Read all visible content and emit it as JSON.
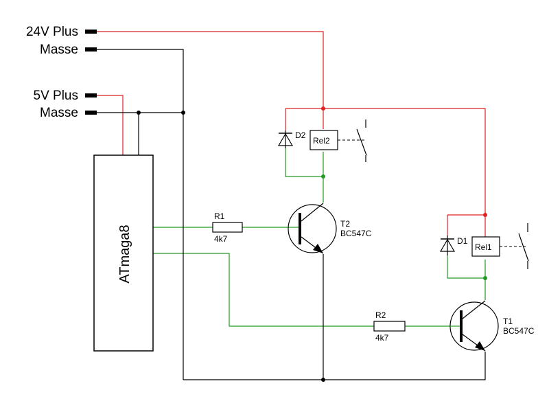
{
  "terminals": {
    "plus24": "24V Plus",
    "masse1": "Masse",
    "plus5": "5V Plus",
    "masse2": "Masse"
  },
  "mcu": {
    "name": "ATmaga8"
  },
  "resistors": [
    {
      "ref": "R1",
      "value": "4k7"
    },
    {
      "ref": "R2",
      "value": "4k7"
    }
  ],
  "transistors": [
    {
      "ref": "T2",
      "type": "BC547C"
    },
    {
      "ref": "T1",
      "type": "BC547C"
    }
  ],
  "diodes": [
    {
      "ref": "D2"
    },
    {
      "ref": "D1"
    }
  ],
  "relays": [
    {
      "ref": "Rel2"
    },
    {
      "ref": "Rel1"
    }
  ],
  "colors": {
    "positive": "#dd2222",
    "signal": "#229922",
    "ground": "#000000"
  }
}
